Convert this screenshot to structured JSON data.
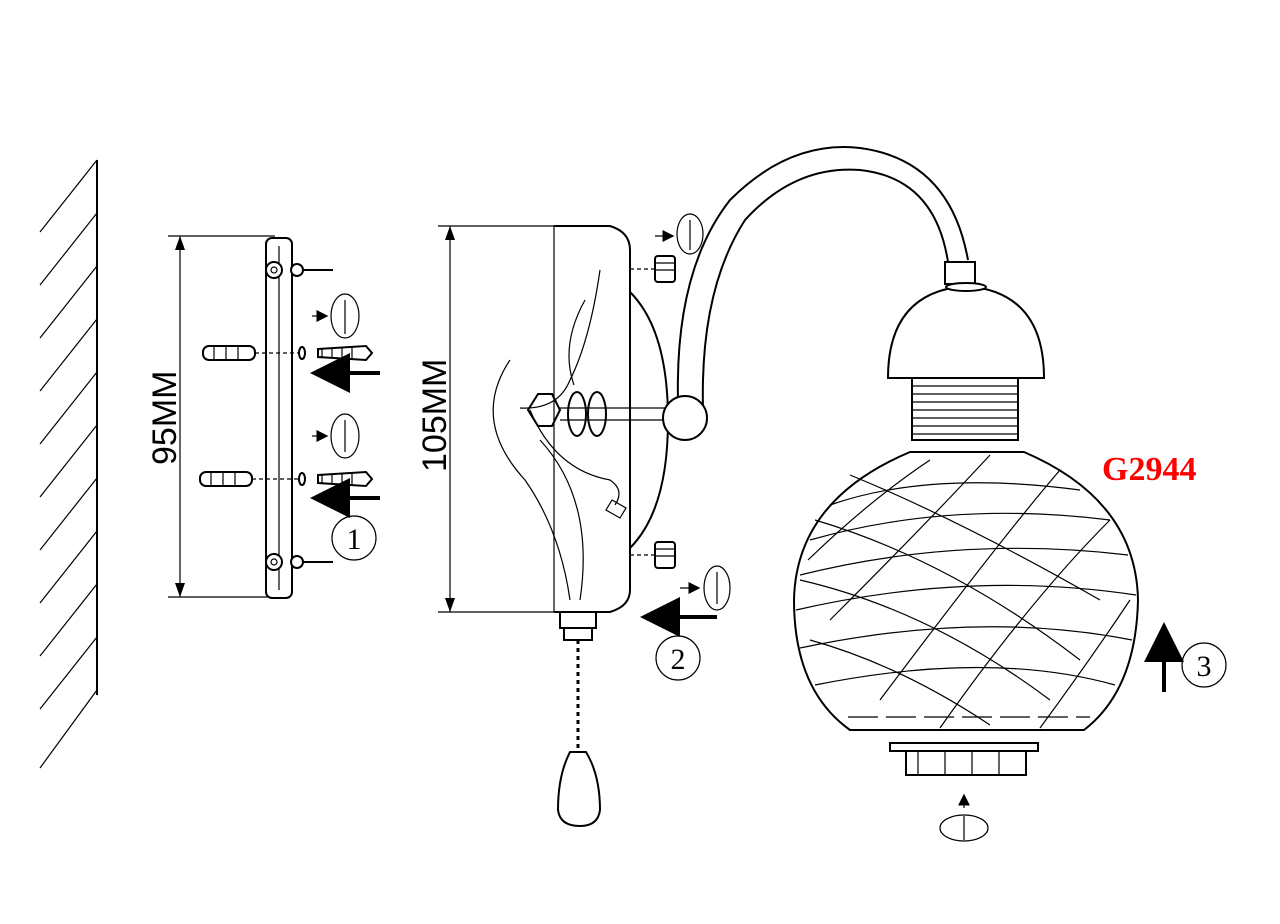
{
  "model": {
    "code": "G2944",
    "color": "#ff0000"
  },
  "dimensions": {
    "plate_height": "95MM",
    "body_height": "105MM"
  },
  "steps": [
    "1",
    "2",
    "3"
  ],
  "icons": [
    "wall-hatch",
    "screw",
    "rotate-arrow",
    "push-arrow",
    "pull-chain",
    "globe-shade"
  ]
}
